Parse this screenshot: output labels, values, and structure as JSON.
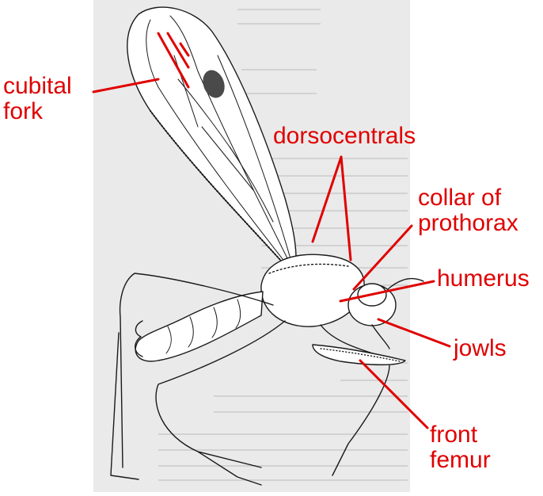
{
  "labels": {
    "cubital_fork": [
      "cubital",
      "fork"
    ],
    "dorsocentrals": "dorsocentrals",
    "collar_of_prothorax": [
      "collar of",
      "prothorax"
    ],
    "humerus": "humerus",
    "jowls": "jowls",
    "front_femur": [
      "front",
      "femur"
    ]
  },
  "colors": {
    "label": "#e00000",
    "leader_line": "#e00000",
    "drawing_ink": "#1a1a1a",
    "page_scan": "#e9e9e9",
    "background": "#ffffff"
  }
}
